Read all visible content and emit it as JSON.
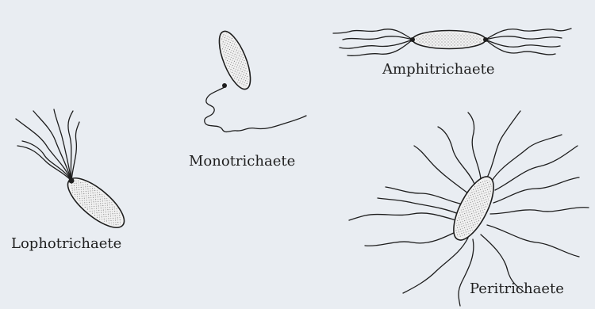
{
  "labels": {
    "monotrichaete": "Monotrichaete",
    "amphitrichaete": "Amphitrichaete",
    "lophotrichaete": "Lophotrichaete",
    "peritrichaete": "Peritrichaete"
  }
}
